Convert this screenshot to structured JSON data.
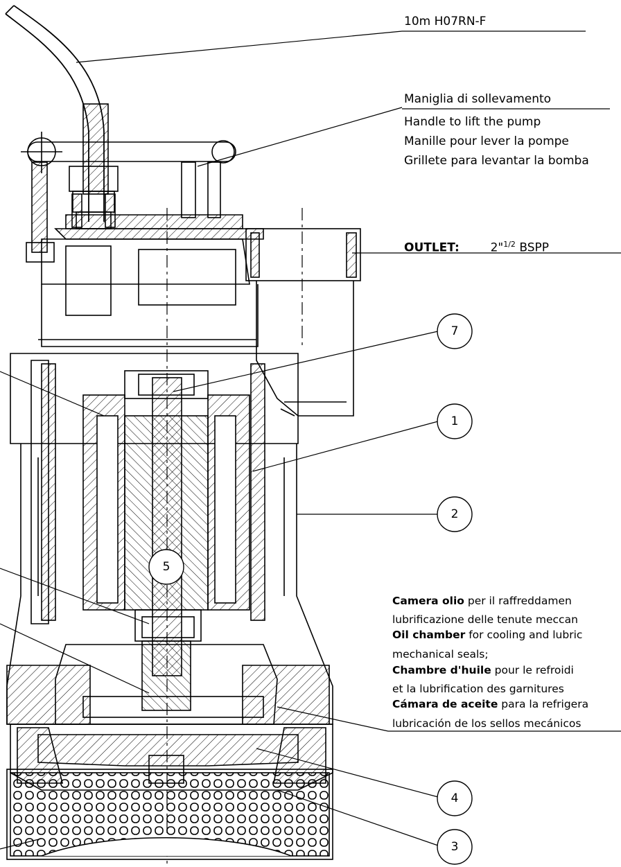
{
  "labels": {
    "cable": "10m H07RN-F",
    "handle": [
      "Maniglia di sollevamento",
      "Handle to lift the pump",
      "Manille pour lever la pompe",
      "Grillete para levantar la bomba"
    ],
    "outlet_key": "OUTLET:",
    "outlet_value": "2\"",
    "outlet_sup": "1/2",
    "outlet_thread": "BSPP"
  },
  "callouts": [
    "7",
    "1",
    "2",
    "5",
    "4",
    "3"
  ],
  "oil_chamber": {
    "it_bold": "Camera olio",
    "it_text": " per il raffreddamen",
    "it_text2": "lubrificazione delle tenute meccan",
    "en_bold": "Oil chamber",
    "en_text": " for cooling and lubric",
    "en_text2": "mechanical seals;",
    "fr_bold": "Chambre d'huile",
    "fr_text": " pour le refroidi",
    "fr_text2": "et la lubrification des garnitures",
    "es_bold": "Cámara de aceite",
    "es_text": " para la refrigera",
    "es_text2": "lubricación de los sellos mecánicos"
  }
}
